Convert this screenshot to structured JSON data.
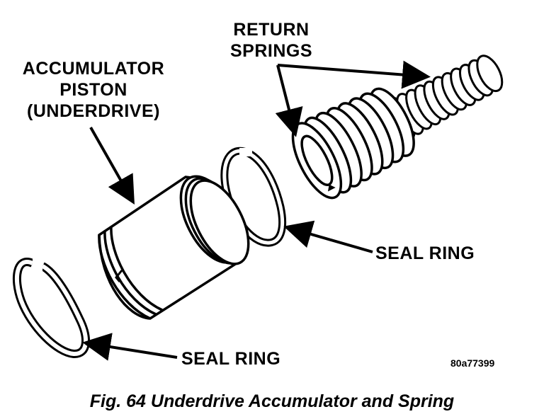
{
  "labels": {
    "return_springs": [
      "RETURN",
      "SPRINGS"
    ],
    "accumulator_piston": [
      "ACCUMULATOR",
      "PISTON",
      "(UNDERDRIVE)"
    ],
    "seal_ring_upper": "SEAL RING",
    "seal_ring_lower": "SEAL RING"
  },
  "figure_code": "80a77399",
  "caption": "Fig. 64 Underdrive Accumulator and Spring"
}
